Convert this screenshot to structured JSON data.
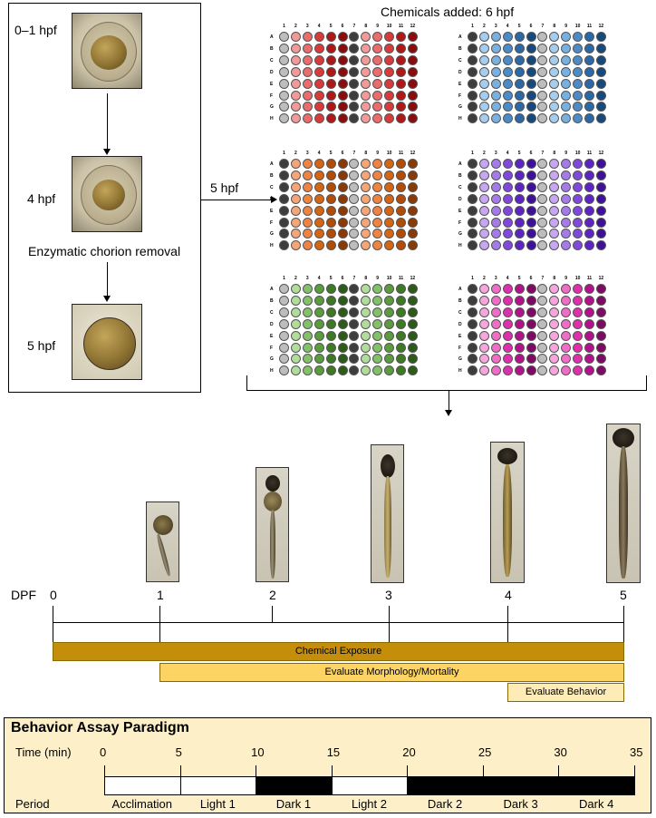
{
  "colors": {
    "red": [
      "#bdbdbd",
      "#f7c2c2",
      "#f29a9a",
      "#ec6b6b",
      "#d93a3a",
      "#b01717",
      "#8a0c0c"
    ],
    "blue": [
      "#bdbdbd",
      "#cfe4f5",
      "#a7cdee",
      "#78b0e0",
      "#4b8cc8",
      "#2a69a5",
      "#174a7c"
    ],
    "orange": [
      "#bdbdbd",
      "#f9ceb2",
      "#f4a679",
      "#ef8341",
      "#d76614",
      "#b34c07",
      "#8a3a06"
    ],
    "purple": [
      "#bdbdbd",
      "#e2cff7",
      "#c7a6f2",
      "#a77ae9",
      "#8248dd",
      "#5e23c4",
      "#3f119a"
    ],
    "green": [
      "#bdbdbd",
      "#d5edc8",
      "#b2dc9c",
      "#83c06a",
      "#5a9c3e",
      "#3c7a23",
      "#2c5a18"
    ],
    "magenta": [
      "#bdbdbd",
      "#fad2ee",
      "#f6a6dd",
      "#ef6dc7",
      "#df2fad",
      "#b3118c",
      "#7f0a63"
    ],
    "control": "#3d3d3d",
    "exposure_bar": "#c48d0a",
    "morph_bar": "#fcd463",
    "behavior_bar": "#fdecb5",
    "assay_bg": "#fdf0c8"
  },
  "embryo_panel": {
    "stages": [
      "0–1 hpf",
      "4 hpf",
      "5 hpf"
    ],
    "step_label": "Enzymatic chorion removal"
  },
  "arrow_label": "5 hpf",
  "plates": {
    "title": "Chemicals added: 6 hpf",
    "columns": [
      "1",
      "2",
      "3",
      "4",
      "5",
      "6",
      "7",
      "8",
      "9",
      "10",
      "11",
      "12"
    ],
    "rows": [
      "A",
      "B",
      "C",
      "D",
      "E",
      "F",
      "G",
      "H"
    ]
  },
  "timeline": {
    "axis_label": "DPF",
    "ticks": [
      "0",
      "1",
      "2",
      "3",
      "4",
      "5"
    ],
    "bars": {
      "exposure": "Chemical Exposure",
      "morphology": "Evaluate Morphology/Mortality",
      "behavior": "Evaluate Behavior"
    }
  },
  "assay": {
    "title": "Behavior Assay Paradigm",
    "time_label": "Time (min)",
    "period_label": "Period",
    "time_ticks": [
      "0",
      "5",
      "10",
      "15",
      "20",
      "25",
      "30",
      "35"
    ],
    "periods": [
      "Acclimation",
      "Light 1",
      "Dark 1",
      "Light 2",
      "Dark 2",
      "Dark 3",
      "Dark 4"
    ]
  }
}
